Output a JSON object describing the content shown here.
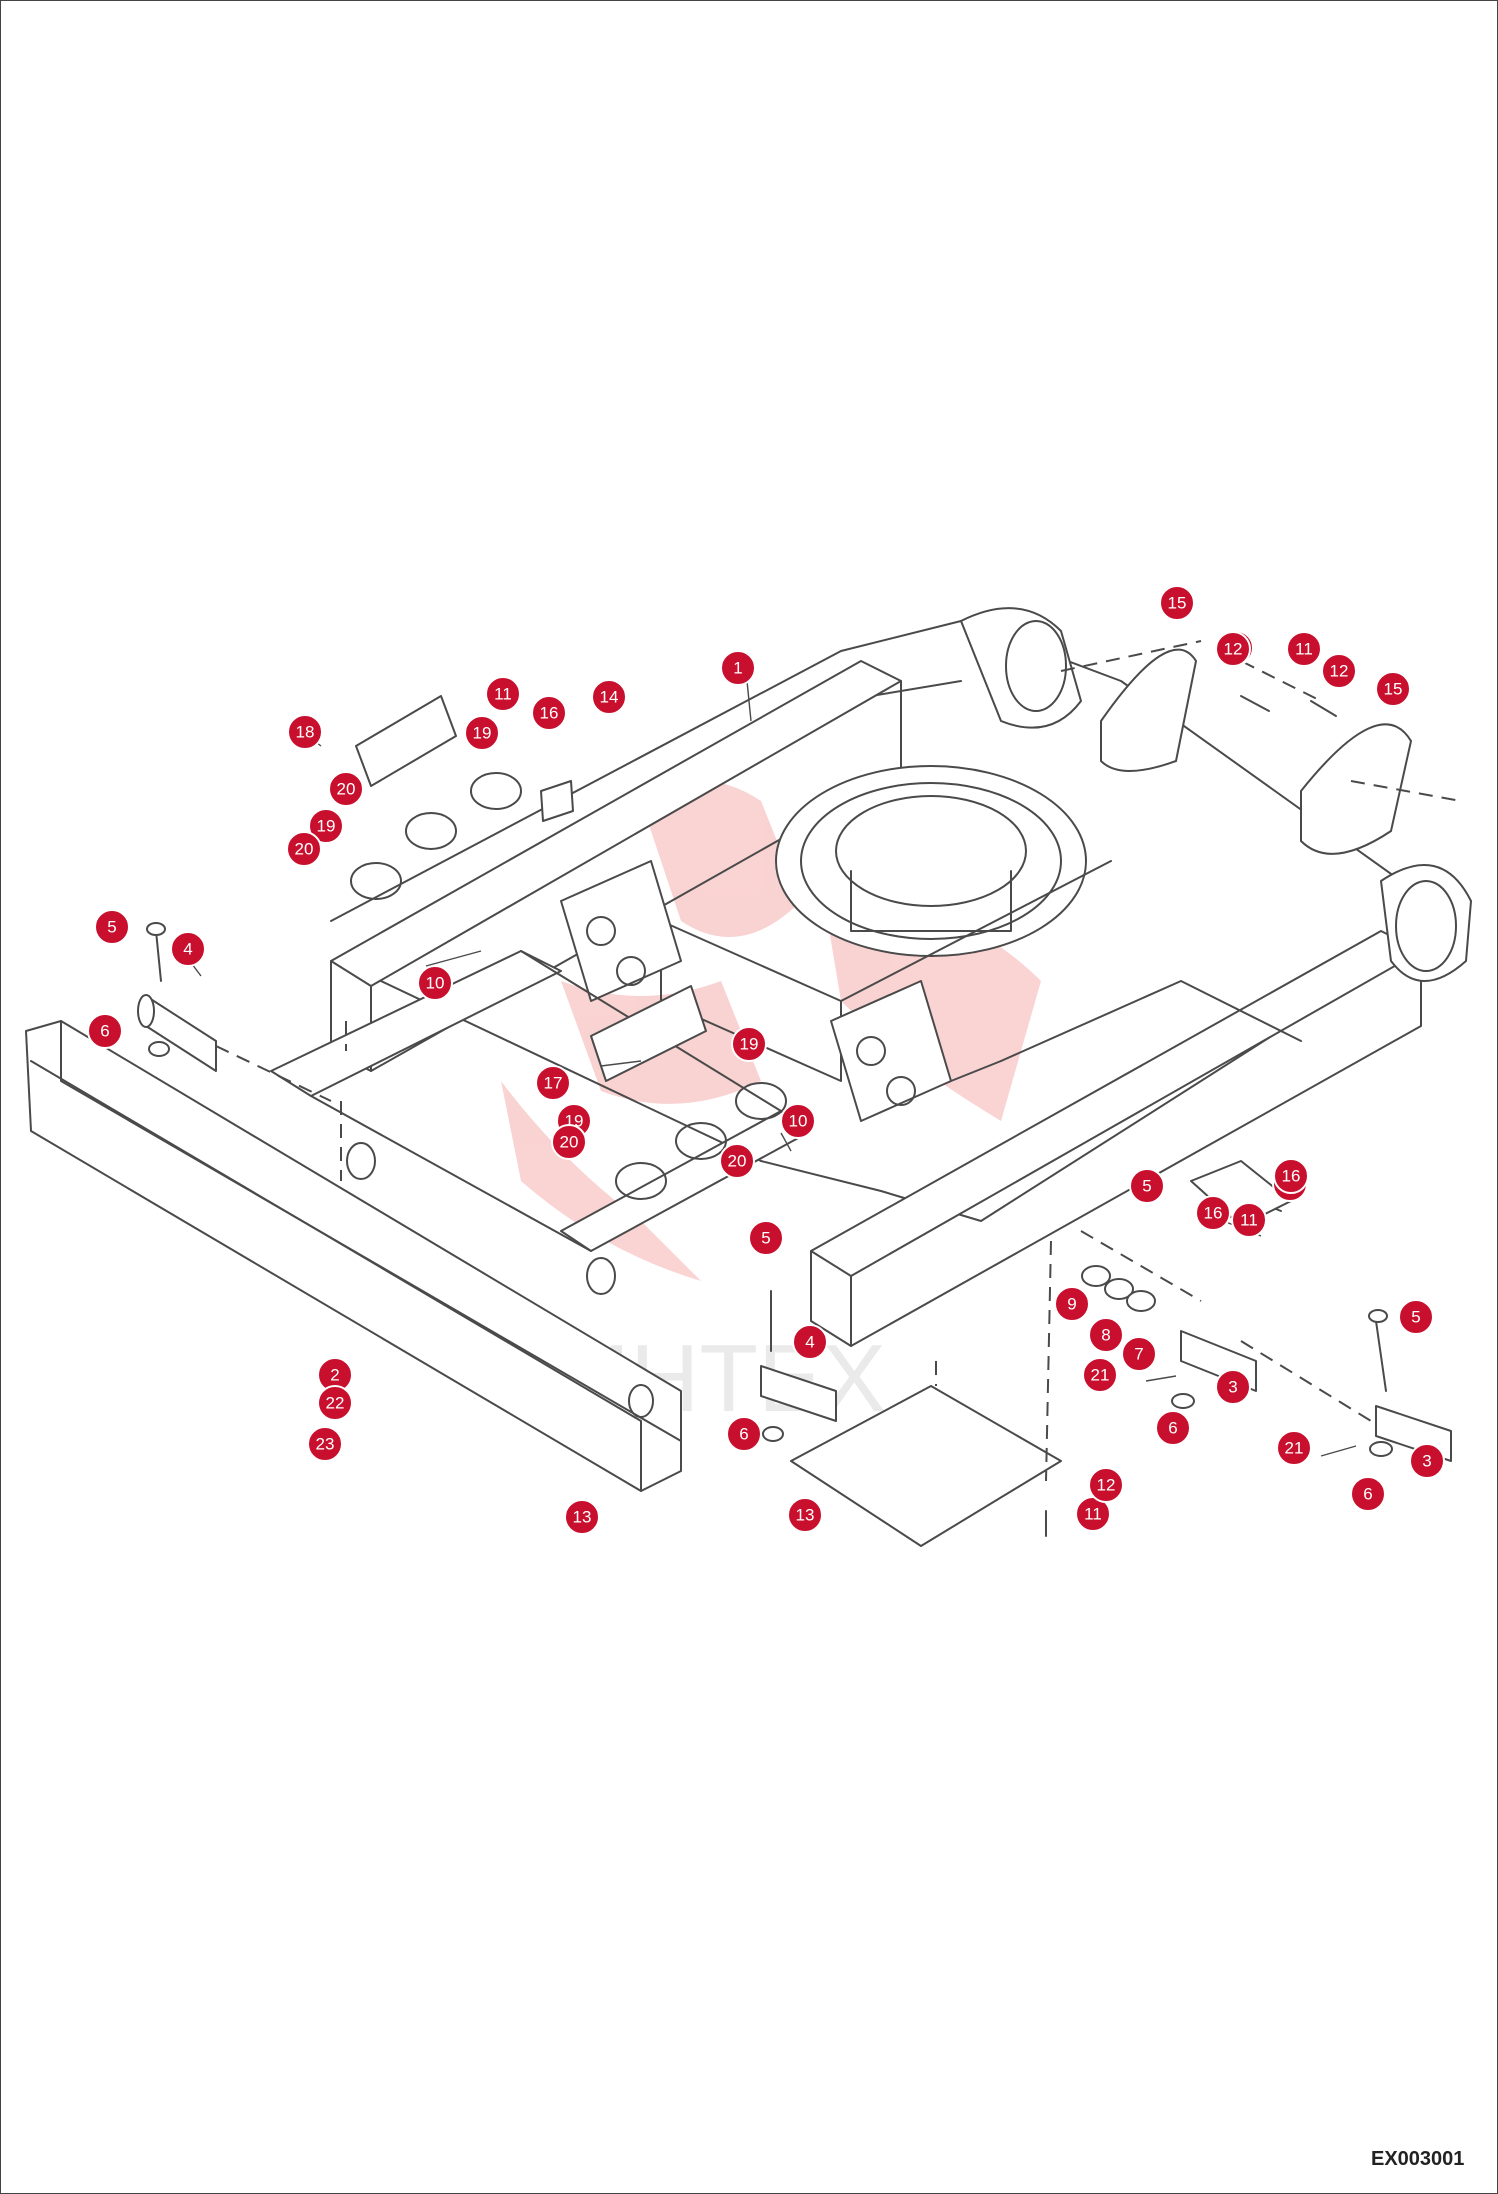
{
  "drawing": {
    "code": "EX003001",
    "watermark": "ИНТЕХ",
    "colors": {
      "callout": "#c8102e",
      "line": "#4a4a4a",
      "watermark": "#f2b8b8"
    }
  },
  "callouts": [
    "1",
    "2",
    "3",
    "4",
    "5",
    "6",
    "7",
    "8",
    "9",
    "10",
    "11",
    "12",
    "13",
    "14",
    "15",
    "16",
    "17",
    "18",
    "19",
    "20",
    "21",
    "22",
    "23"
  ]
}
